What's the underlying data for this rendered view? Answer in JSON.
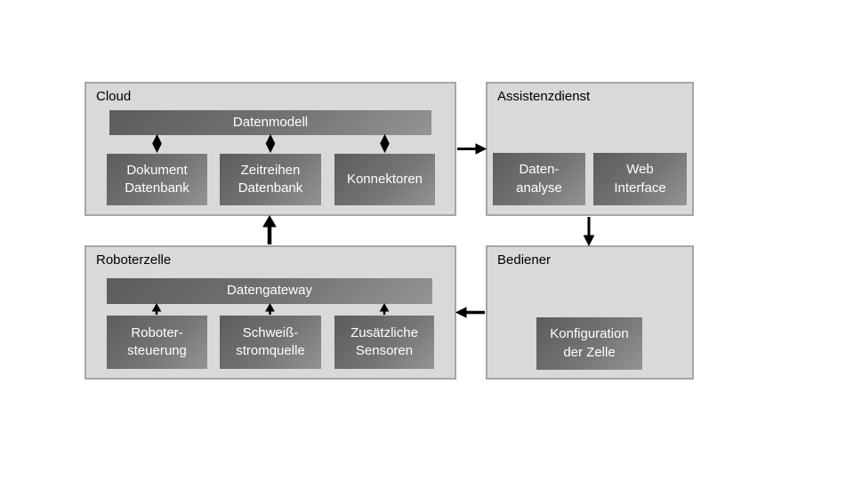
{
  "colors": {
    "page_background": "#ffffff",
    "container_fill": "#d9d9d9",
    "container_border": "#a6a6a6",
    "box_gradient_start": "#5c5c5c",
    "box_gradient_end": "#949494",
    "box_text": "#ffffff",
    "label_text": "#000000",
    "arrow": "#000000"
  },
  "containers": {
    "cloud": {
      "label": "Cloud",
      "bar": "Datenmodell",
      "boxes": [
        "Dokument\nDatenbank",
        "Zeitreihen\nDatenbank",
        "Konnektoren"
      ]
    },
    "assistenzdienst": {
      "label": "Assistenzdienst",
      "boxes": [
        "Daten-\nanalyse",
        "Web\nInterface"
      ]
    },
    "roboterzelle": {
      "label": "Roboterzelle",
      "bar": "Datengateway",
      "boxes": [
        "Roboter-\nsteuerung",
        "Schweiß-\nstromquelle",
        "Zusätzliche\nSensoren"
      ]
    },
    "bediener": {
      "label": "Bediener",
      "boxes": [
        "Konfiguration\nder Zelle"
      ]
    }
  },
  "connections": [
    {
      "from": "cloud",
      "to": "assistenzdienst",
      "type": "single-arrow"
    },
    {
      "from": "assistenzdienst",
      "to": "bediener",
      "type": "single-arrow"
    },
    {
      "from": "bediener",
      "to": "roboterzelle",
      "type": "single-arrow"
    },
    {
      "from": "roboterzelle",
      "to": "cloud",
      "type": "single-arrow-bold"
    },
    {
      "from": "Datenmodell",
      "to": "Dokument Datenbank",
      "type": "bidirectional"
    },
    {
      "from": "Datenmodell",
      "to": "Zeitreihen Datenbank",
      "type": "bidirectional"
    },
    {
      "from": "Datenmodell",
      "to": "Konnektoren",
      "type": "bidirectional"
    },
    {
      "from": "Roboter-steuerung",
      "to": "Datengateway",
      "type": "single-arrow"
    },
    {
      "from": "Schweiß-stromquelle",
      "to": "Datengateway",
      "type": "single-arrow"
    },
    {
      "from": "Zusätzliche Sensoren",
      "to": "Datengateway",
      "type": "single-arrow"
    }
  ]
}
